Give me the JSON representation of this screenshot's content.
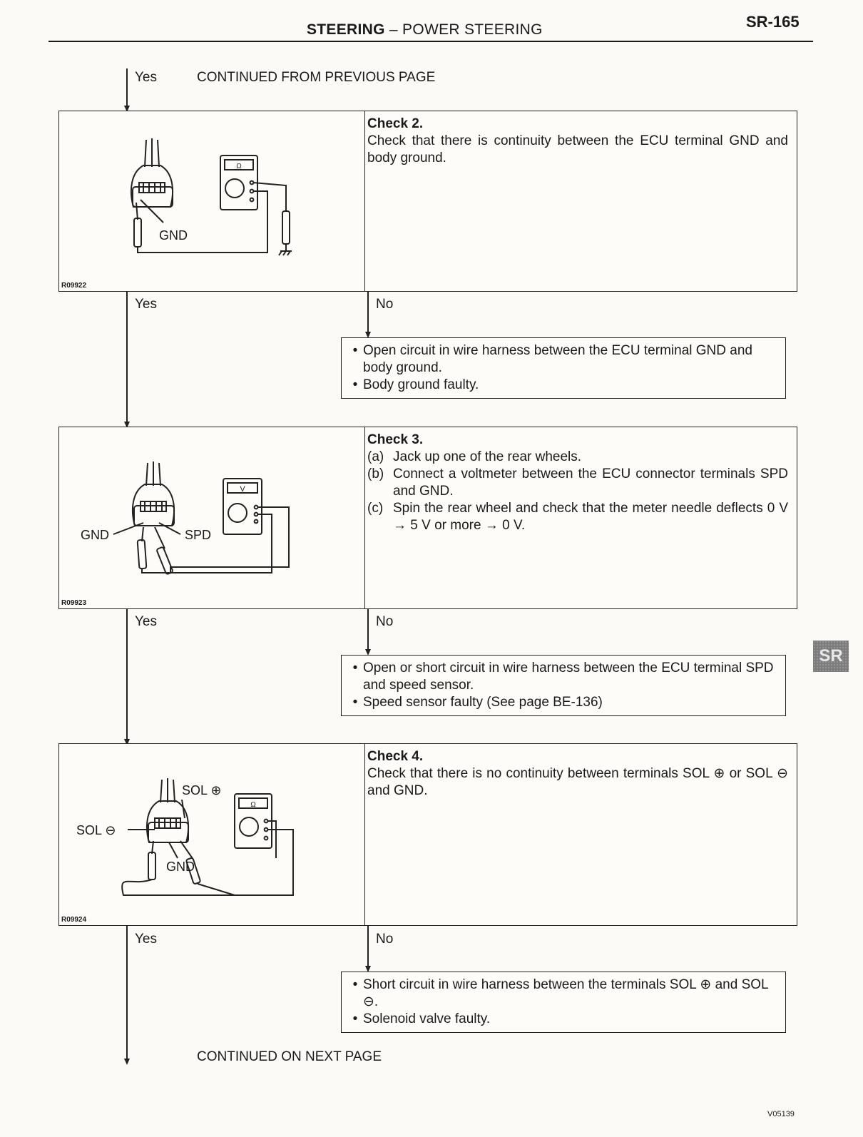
{
  "header": {
    "title_main": "STEERING",
    "title_dash": "–",
    "title_sub": "POWER STEERING",
    "page_number": "SR-165"
  },
  "flow": {
    "top_yes": "Yes",
    "continued_from": "CONTINUED FROM PREVIOUS PAGE",
    "continued_next": "CONTINUED ON NEXT PAGE"
  },
  "steps": [
    {
      "figure_code": "R09922",
      "figure_labels": [
        "GND"
      ],
      "meter_label": "Ω",
      "title": "Check 2.",
      "body": "Check that there is continuity between the ECU terminal GND and body ground.",
      "yes_label": "Yes",
      "no_label": "No",
      "no_results": [
        "Open circuit in wire harness between the ECU terminal GND and body ground.",
        "Body ground faulty."
      ]
    },
    {
      "figure_code": "R09923",
      "figure_labels": [
        "GND",
        "SPD"
      ],
      "meter_label": "V",
      "title": "Check 3.",
      "items": [
        {
          "label": "(a)",
          "text": "Jack up one of the rear wheels."
        },
        {
          "label": "(b)",
          "text": "Connect a voltmeter between the ECU connector terminals SPD and GND."
        },
        {
          "label": "(c)",
          "text": "Spin the rear wheel and check that the meter needle deflects 0 V → 5 V or more → 0 V."
        }
      ],
      "yes_label": "Yes",
      "no_label": "No",
      "no_results": [
        "Open or short circuit in wire harness between the ECU terminal SPD and speed sensor.",
        "Speed sensor faulty (See page BE-136)"
      ]
    },
    {
      "figure_code": "R09924",
      "figure_labels": [
        "SOL ⊕",
        "SOL ⊖",
        "GND"
      ],
      "meter_label": "Ω",
      "title": "Check 4.",
      "body": "Check that there is no continuity between terminals SOL ⊕ or SOL ⊖ and GND.",
      "yes_label": "Yes",
      "no_label": "No",
      "no_results": [
        "Short circuit in wire harness between the terminals SOL ⊕ and SOL ⊖.",
        "Solenoid valve faulty."
      ]
    }
  ],
  "side_tab": "SR",
  "footer_code": "V05139"
}
